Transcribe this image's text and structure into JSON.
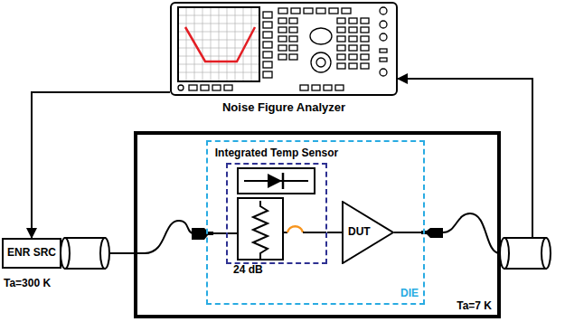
{
  "diagram": {
    "nodes": [
      {
        "text": [
          "Noise Figure Analyzer"
        ]
      },
      {
        "text": [
          "Ta=7 K"
        ]
      },
      {
        "text": [
          "DIE"
        ],
        "in": 1
      },
      {
        "text": [
          "Integrated Temp Sensor"
        ],
        "in": 2
      },
      {
        "text": [
          "DUT"
        ],
        "in": 2
      },
      {
        "text": [
          "ENR SRC",
          "Ta=300 K"
        ]
      }
    ],
    "edges": [
      {
        "from": 0,
        "to": 5,
        "arrow": "to"
      },
      {
        "from": 1,
        "to": 0,
        "arrow": "to"
      },
      {
        "from": 5,
        "to": 3,
        "arrow": "none"
      },
      {
        "from": 3,
        "to": 4,
        "arrow": "none"
      }
    ],
    "labels": [
      "24 dB"
    ]
  }
}
